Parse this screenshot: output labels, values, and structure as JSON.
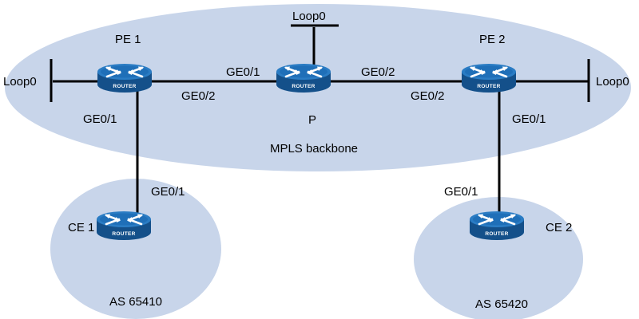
{
  "colors": {
    "region_fill": "#c8d5ea",
    "router_top": "#1f6fb8",
    "router_side": "#14508a",
    "link": "#000000"
  },
  "regions": {
    "backbone": {
      "label": "MPLS backbone"
    },
    "as_left": {
      "label": "AS 65410"
    },
    "as_right": {
      "label": "AS 65420"
    }
  },
  "routers": {
    "pe1": {
      "name": "PE 1",
      "caption": "ROUTER",
      "icon": "router-icon"
    },
    "p": {
      "name": "P",
      "caption": "ROUTER",
      "icon": "router-icon"
    },
    "pe2": {
      "name": "PE 2",
      "caption": "ROUTER",
      "icon": "router-icon"
    },
    "ce1": {
      "name": "CE 1",
      "caption": "ROUTER",
      "icon": "router-icon"
    },
    "ce2": {
      "name": "CE 2",
      "caption": "ROUTER",
      "icon": "router-icon"
    }
  },
  "interfaces": {
    "pe1_loop": "Loop0",
    "pe1_ge01": "GE0/1",
    "pe1_ge02": "GE0/2",
    "p_loop": "Loop0",
    "p_ge01": "GE0/1",
    "p_ge02": "GE0/2",
    "pe2_ge02": "GE0/2",
    "pe2_ge01": "GE0/1",
    "pe2_loop": "Loop0",
    "ce1_ge01": "GE0/1",
    "ce2_ge01": "GE0/1"
  }
}
